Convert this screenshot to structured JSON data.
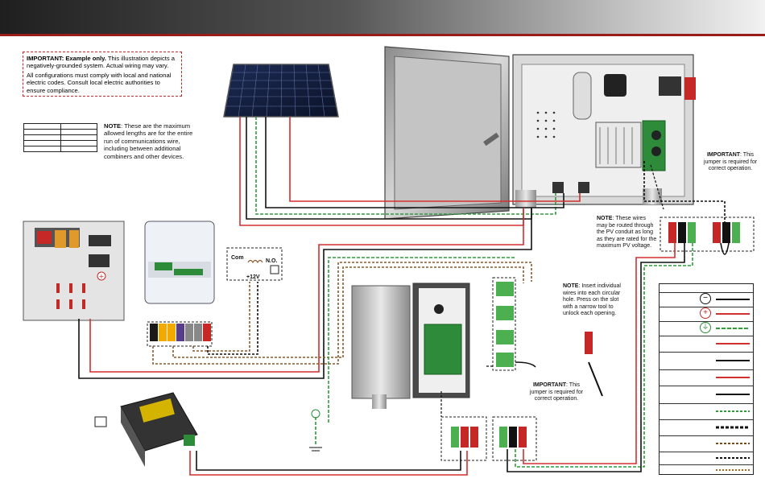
{
  "important_box": {
    "title": "IMPORTANT:  Example only.",
    "line1": " This illustration depicts a negatively-grounded system.  Actual wiring may vary.",
    "line2": "All configurations must comply with local and national electric codes.  Consult local electric authorities to ensure compliance."
  },
  "note_wire_lengths": {
    "title": "NOTE",
    "text": ":  These are the maximum allowed lengths are for the entire run of communications wire, including between additional combiners and other devices."
  },
  "note_pv_conduit": {
    "title": "NOTE",
    "text": ":  These wires may be routed through the PV conduit as long as they are rated for the maximum PV voltage."
  },
  "note_insert_wires": {
    "title": "NOTE",
    "text": ":  Insert individual wires into each circular hole. Press on the slot with a narrow tool to unlock each opening."
  },
  "important_jumper_top": {
    "title": "IMPORTANT",
    "text": ":  This jumper is required for correct operation."
  },
  "important_jumper_bottom": {
    "title": "IMPORTANT",
    "text": ":  This jumper is required for correct operation."
  },
  "relay_labels": {
    "com": "Com",
    "no": "N.O.",
    "voltage": "+12V"
  },
  "legend": {
    "symbols": [
      "−",
      "+",
      "⏚"
    ],
    "line_colors": [
      "#111111",
      "#d32f2f",
      "#2e9d3a",
      "#d32f2f",
      "#111111",
      "#d32f2f",
      "#111111",
      "#2e9d3a",
      "#111111",
      "#7a4a1a",
      "#111111",
      "#b5651d"
    ]
  },
  "colors": {
    "red_wire": "#d32f2f",
    "black_wire": "#111111",
    "green_wire": "#2e9d3a",
    "brown_wire": "#8b5a2b",
    "header_accent": "#9b1b1b"
  }
}
